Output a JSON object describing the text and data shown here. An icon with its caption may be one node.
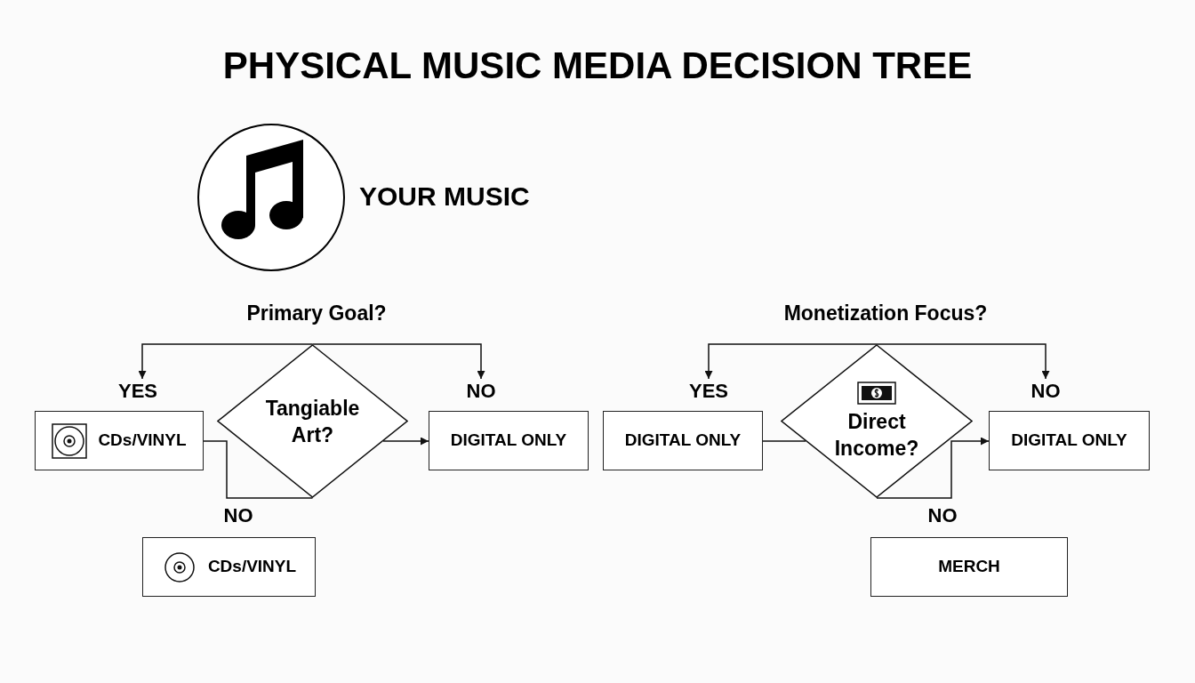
{
  "diagram": {
    "title": "PHYSICAL MUSIC MEDIA DECISION TREE",
    "nodes": [
      {
        "text": [
          "YOUR MUSIC"
        ]
      },
      {
        "text": [
          "Tangiable Art?"
        ]
      },
      {
        "text": [
          "YES",
          "CDs/VINYL"
        ]
      },
      {
        "text": [
          "NO",
          "DIGITAL ONLY"
        ]
      },
      {
        "text": [
          "NO",
          "CDs/VINYL"
        ]
      },
      {
        "text": [
          "Direct Income?"
        ]
      },
      {
        "text": [
          "YES",
          "DIGITAL ONLY"
        ]
      },
      {
        "text": [
          "NO",
          "DIGITAL ONLY"
        ]
      },
      {
        "text": [
          "NO",
          "MERCH"
        ]
      }
    ],
    "edges": [
      {
        "from": 1,
        "to": 2,
        "arrow": "to"
      },
      {
        "from": 1,
        "to": 3,
        "arrow": "to"
      },
      {
        "from": 1,
        "to": 3,
        "arrow": "to"
      },
      {
        "from": 2,
        "to": 1,
        "arrow": "none"
      },
      {
        "from": 5,
        "to": 6,
        "arrow": "to"
      },
      {
        "from": 5,
        "to": 7,
        "arrow": "to"
      },
      {
        "from": 6,
        "to": 5,
        "arrow": "none"
      },
      {
        "from": 5,
        "to": 7,
        "arrow": "to"
      }
    ],
    "labels": [
      "Primary Goal?",
      "Monetization Focus?"
    ]
  }
}
